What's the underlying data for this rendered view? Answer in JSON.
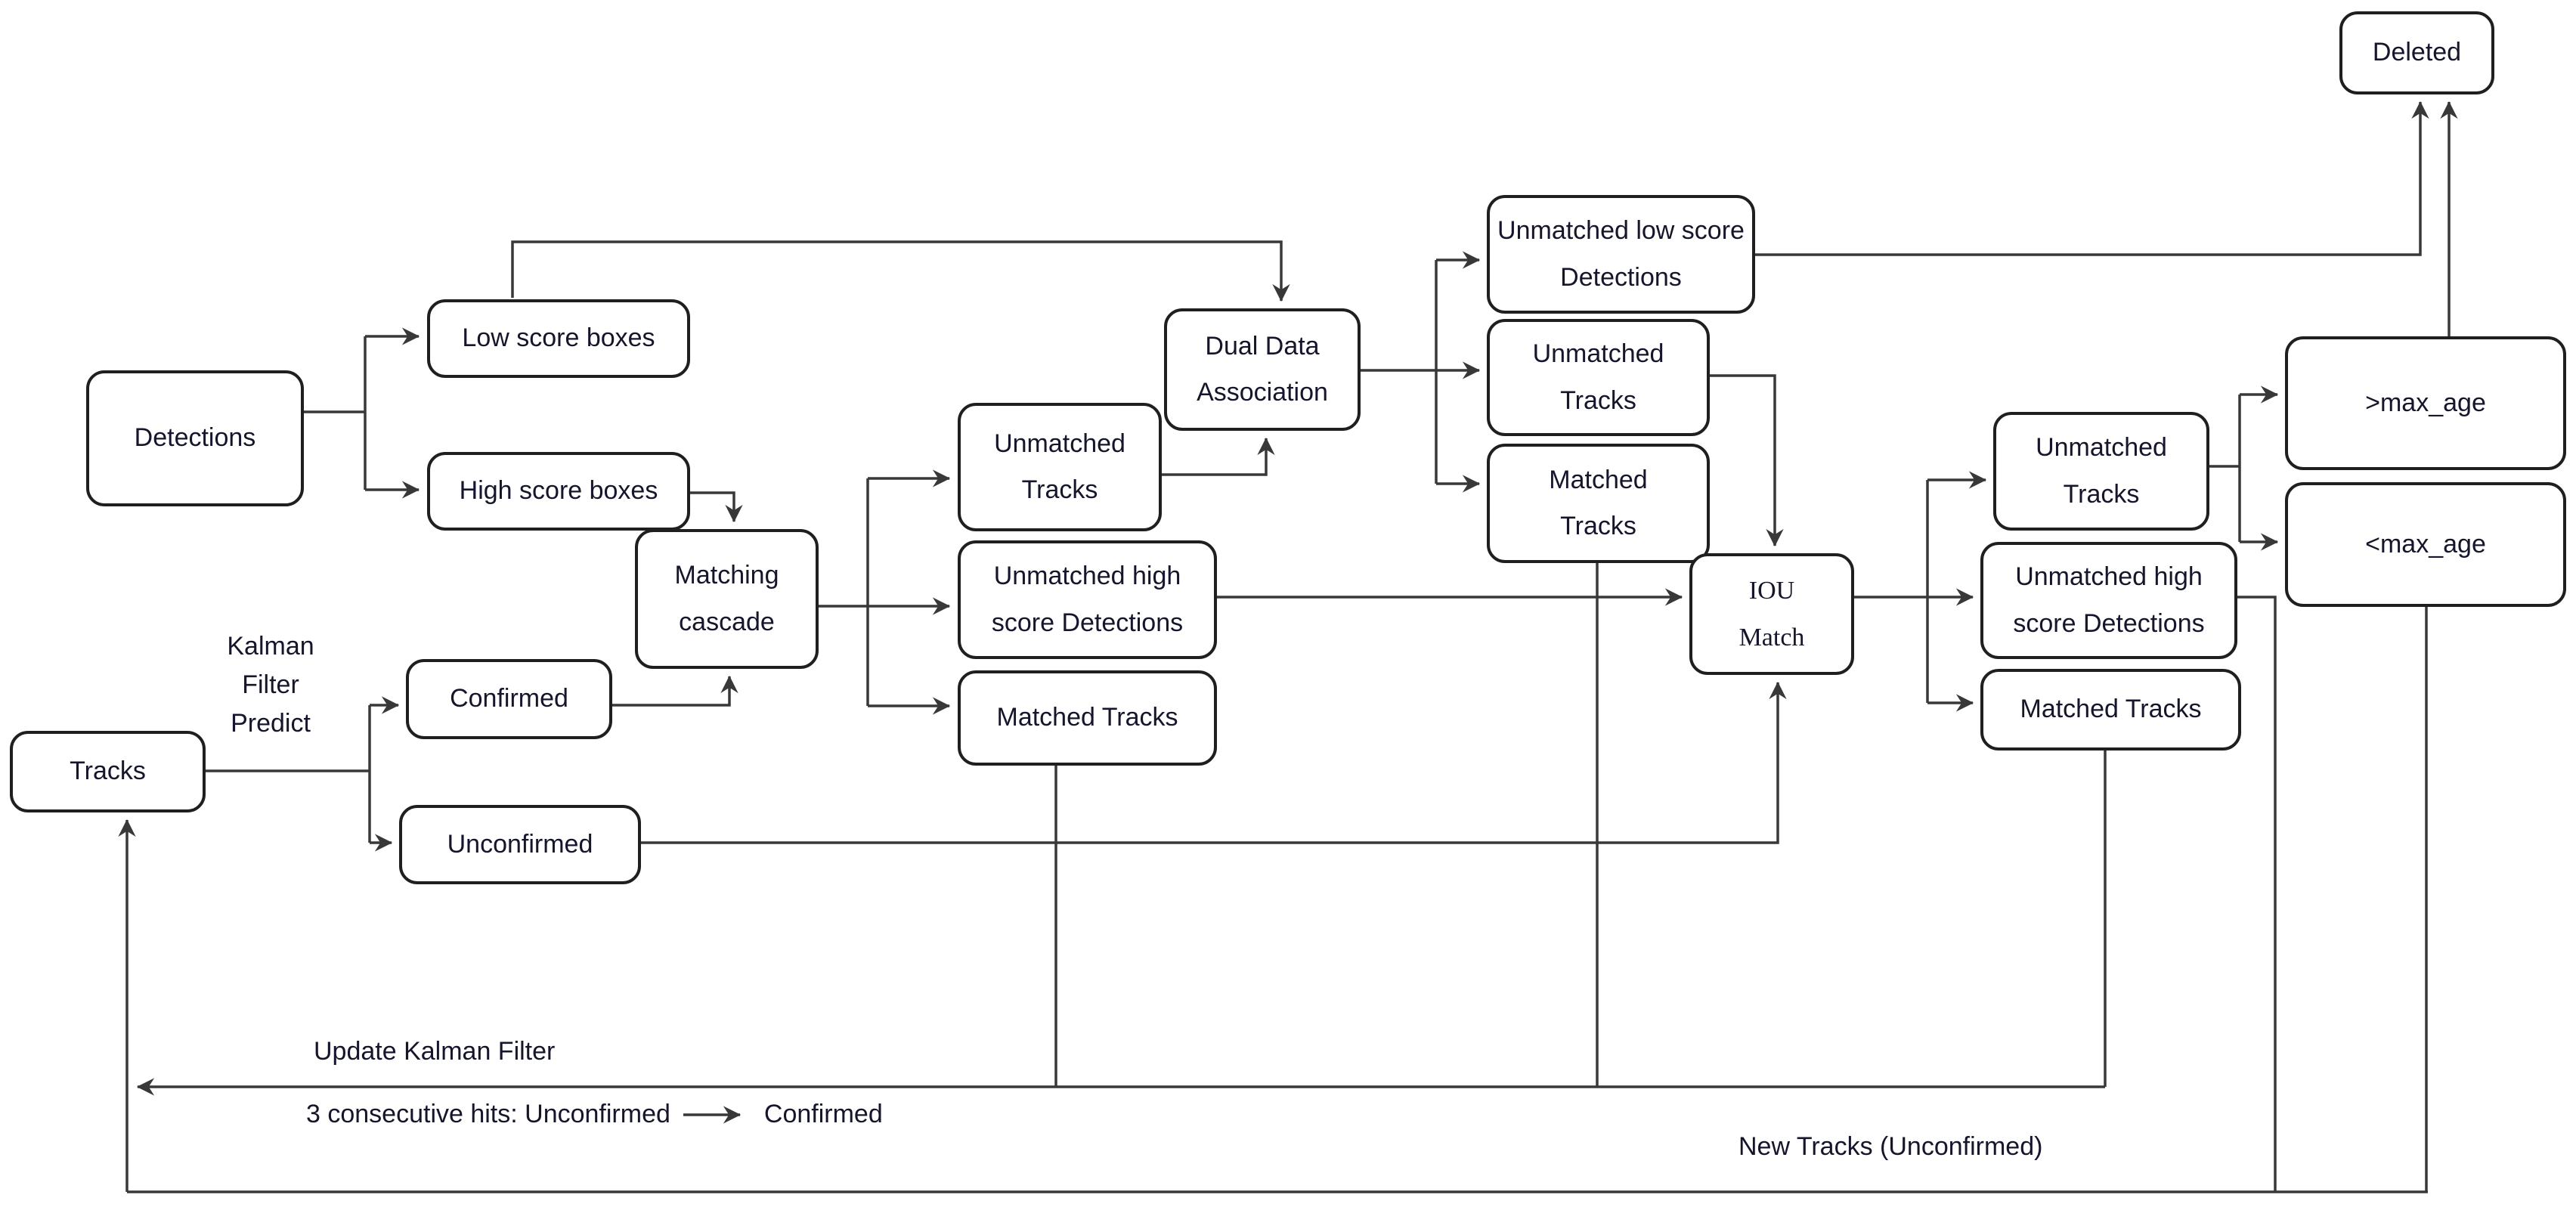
{
  "nodes": {
    "detections": {
      "label": "Detections"
    },
    "low_score_boxes": {
      "label": "Low score boxes"
    },
    "high_score_boxes": {
      "label": "High score boxes"
    },
    "matching_cascade": {
      "label": "Matching cascade"
    },
    "unmatched_tracks_mid": {
      "label": "Unmatched Tracks"
    },
    "unmatched_high_mid": {
      "label": "Unmatched high score Detections"
    },
    "matched_tracks_mid": {
      "label": "Matched Tracks"
    },
    "dual_data_association": {
      "label": "Dual Data Association"
    },
    "unmatched_low": {
      "label": "Unmatched low score Detections"
    },
    "unmatched_tracks_right": {
      "label": "Unmatched Tracks"
    },
    "matched_tracks_right": {
      "label": "Matched Tracks"
    },
    "iou_match": {
      "label": "IOU Match"
    },
    "unmatched_tracks_far": {
      "label": "Unmatched Tracks"
    },
    "unmatched_high_far": {
      "label": "Unmatched high score Detections"
    },
    "matched_tracks_far": {
      "label": "Matched Tracks"
    },
    "max_age_gt": {
      "label": ">max_age"
    },
    "max_age_lt": {
      "label": "<max_age"
    },
    "deleted": {
      "label": "Deleted"
    },
    "tracks": {
      "label": "Tracks"
    },
    "confirmed": {
      "label": "Confirmed"
    },
    "unconfirmed": {
      "label": "Unconfirmed"
    }
  },
  "labels": {
    "kalman_filter_predict": "Kalman Filter Predict",
    "update_kalman_filter": "Update Kalman Filter",
    "hits_prefix": "3 consecutive hits: Unconfirmed",
    "hits_suffix": "Confirmed",
    "new_tracks": "New Tracks (Unconfirmed)"
  },
  "colors": {
    "border": "#1f1f1f",
    "connector": "#383838",
    "text": "#15152b",
    "bg": "#ffffff"
  }
}
